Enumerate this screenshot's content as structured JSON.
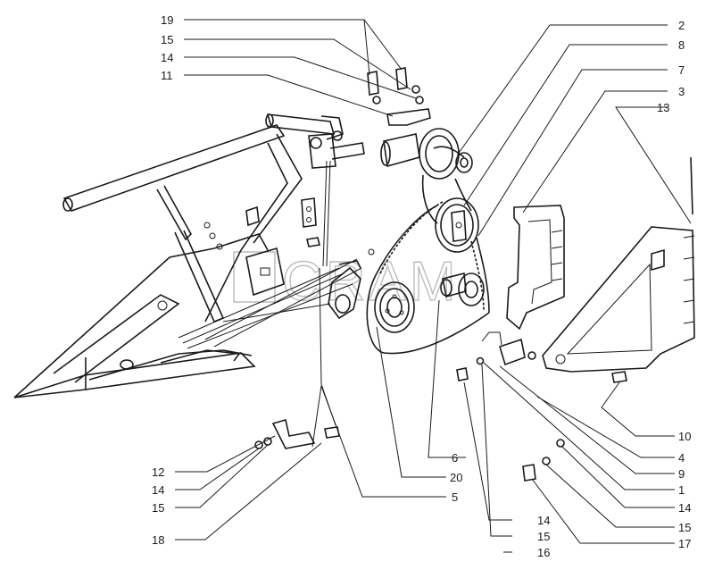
{
  "watermark": "CRAM",
  "callouts": {
    "c19": "19",
    "c15a": "15",
    "c14a": "14",
    "c11": "11",
    "c2": "2",
    "c8": "8",
    "c7": "7",
    "c3": "3",
    "c13": "13",
    "c10": "10",
    "c4": "4",
    "c9": "9",
    "c1": "1",
    "c14b": "14",
    "c15b": "15",
    "c17": "17",
    "c6": "6",
    "c20": "20",
    "c5": "5",
    "c14c": "14",
    "c15c": "15",
    "c16": "16",
    "c12": "12",
    "c14d": "14",
    "c15d": "15",
    "c18": "18"
  }
}
